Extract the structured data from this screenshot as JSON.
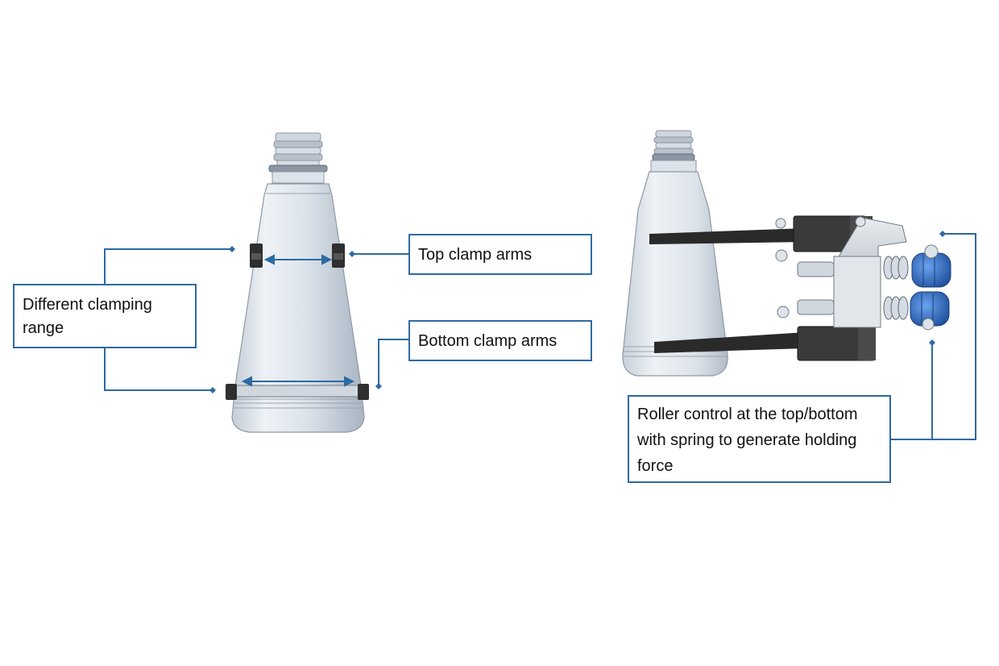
{
  "labels": {
    "range": "Different clamping range",
    "top_arms": "Top clamp arms",
    "bottom_arms": "Bottom clamp arms",
    "roller": "Roller control at the top/bottom with spring to generate holding force"
  },
  "colors": {
    "leader": "#2e6aa3",
    "bottle": "#dfe6ee",
    "clamp": "#2f2f2f",
    "roller": "#2f6fc9"
  }
}
